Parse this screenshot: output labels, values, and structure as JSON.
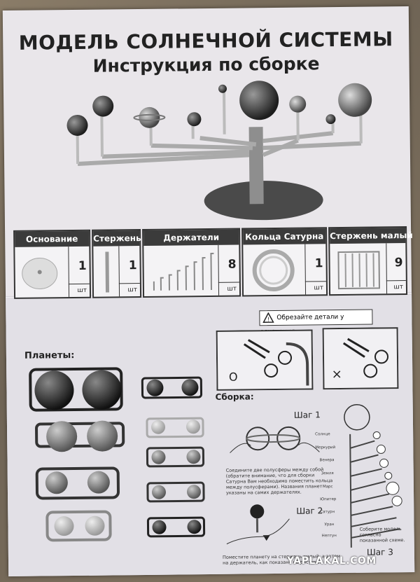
{
  "title": "МОДЕЛЬ СОЛНЕЧНОЙ СИСТЕМЫ",
  "subtitle": "Инструкция по сборке",
  "parts": [
    {
      "name": "Основание",
      "count": "1",
      "unit": "шт"
    },
    {
      "name": "Стержень",
      "count": "1",
      "unit": "шт"
    },
    {
      "name": "Держатели",
      "count": "8",
      "unit": "шт"
    },
    {
      "name": "Кольца Сатурна",
      "count": "1",
      "unit": "шт"
    },
    {
      "name": "Стержень малый",
      "count": "9",
      "unit": "шт"
    }
  ],
  "warning": "Обрезайте детали у основания.",
  "planets_label": "Планеты:",
  "assembly_label": "Сборка:",
  "steps": {
    "step1": "Шаг 1",
    "step2": "Шаг 2",
    "step3": "Шаг 3"
  },
  "step1_text": "Соедините две полусферы между собой (обратите внимание, что для сборки Сатурна Вам необходимо поместить кольца между полусферами). Названия планет указаны на самих держателях.",
  "step2_text": "Поместите планету на стержень малый, а затем на держатель, как показано на рисунке.",
  "step3_text": "Соберите модель согласно показанной схеме.",
  "planet_names": [
    "Солнце",
    "Меркурий",
    "Венера",
    "Земля",
    "Марс",
    "Юпитер",
    "Сатурн",
    "Уран",
    "Нептун"
  ],
  "marks": {
    "ok": "O",
    "bad": "×"
  },
  "watermark": "YAPLAKAL.COM"
}
